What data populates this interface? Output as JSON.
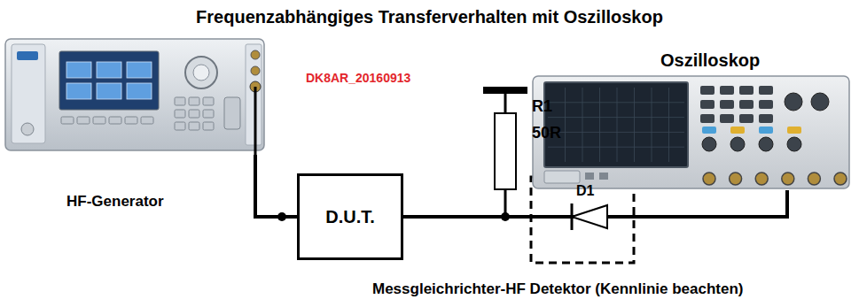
{
  "diagram": {
    "title": "Frequenzabhängiges Transferverhalten mit Oszilloskop",
    "caption": "Messgleichrichter-HF Detektor (Kennlinie beachten)",
    "nodes": [
      {
        "text": [
          "HF-Generator"
        ]
      },
      {
        "text": [
          "D.U.T."
        ]
      },
      {
        "text": [
          "Oszilloskop"
        ]
      }
    ],
    "edges": [
      {
        "from": 0,
        "to": 1,
        "arrow": "none"
      },
      {
        "from": 1,
        "to": 2,
        "arrow": "none"
      }
    ],
    "labels": [
      "DK8AR_20160913",
      "R1",
      "50R",
      "D1"
    ]
  }
}
